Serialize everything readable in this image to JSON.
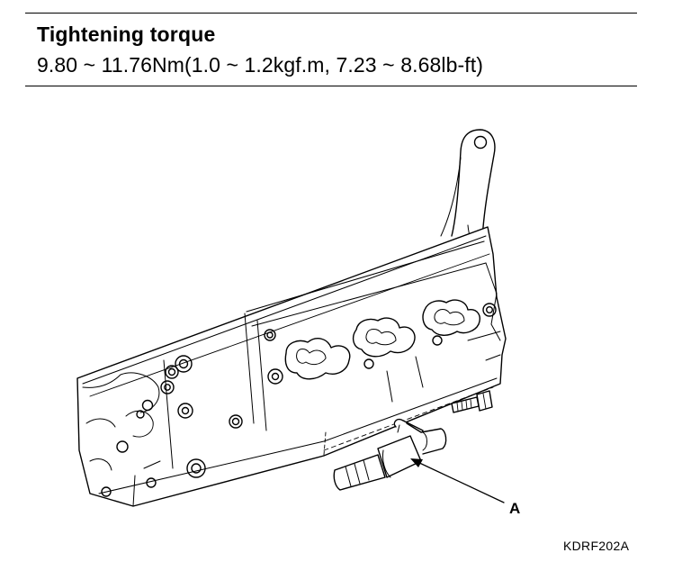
{
  "spec": {
    "title": "Tightening torque",
    "value": "9.80 ~ 11.76Nm(1.0 ~ 1.2kgf.m, 7.23 ~ 8.68lb-ft)"
  },
  "figure": {
    "callout_label": "A",
    "code": "KDRF202A"
  }
}
